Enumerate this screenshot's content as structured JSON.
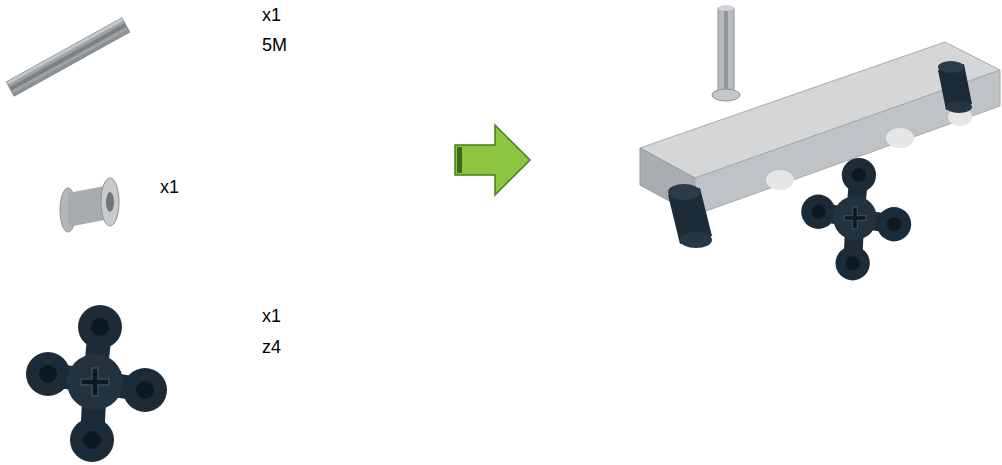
{
  "diagram": {
    "labels": [
      "x1",
      "5M",
      "x1",
      "x1",
      "z4"
    ]
  }
}
